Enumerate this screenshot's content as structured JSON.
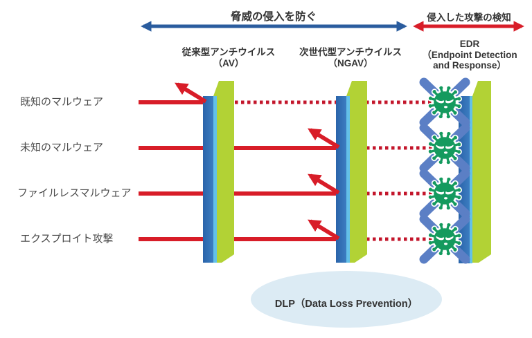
{
  "title_arrows": {
    "prevent": {
      "label": "脅威の侵入を防ぐ",
      "color": "#2a5c9e"
    },
    "detect": {
      "label": "侵入した攻撃の検知",
      "color": "#d81d28"
    }
  },
  "columns": {
    "av": {
      "line1": "従来型アンチウイルス",
      "line2": "（AV）"
    },
    "ngav": {
      "line1": "次世代型アンチウイルス",
      "line2": "（NGAV）"
    },
    "edr": {
      "line1": "EDR",
      "line2": "（Endpoint Detection",
      "line3": "and Response）"
    }
  },
  "threats": {
    "rows": [
      {
        "label": "既知のマルウェア",
        "blocked_by": "従来型アンチウイルス（AV）"
      },
      {
        "label": "未知のマルウェア",
        "blocked_by": "次世代型アンチウイルス（NGAV）"
      },
      {
        "label": "ファイルレスマルウェア",
        "blocked_by": "次世代型アンチウイルス（NGAV）"
      },
      {
        "label": "エクスプロイト攻撃",
        "blocked_by": "次世代型アンチウイルス（NGAV）"
      }
    ]
  },
  "dlp": {
    "label": "DLP（Data Loss Prevention）",
    "fill": "#dcebf4"
  },
  "colors": {
    "arrow_red": "#d81d28",
    "dotted_red": "#c3162b",
    "top_arrow_blue": "#2a5c9e",
    "wall_front_blue": "#2f6fb4",
    "wall_edge_cyan": "#63c0e8",
    "wall_side_green": "#b2d235",
    "net_blue": "#5b7fc5",
    "virus_green": "#149a5e",
    "dlp_fill": "#dcebf4",
    "header_text": "#333333",
    "row_text": "#4a4a4a"
  }
}
